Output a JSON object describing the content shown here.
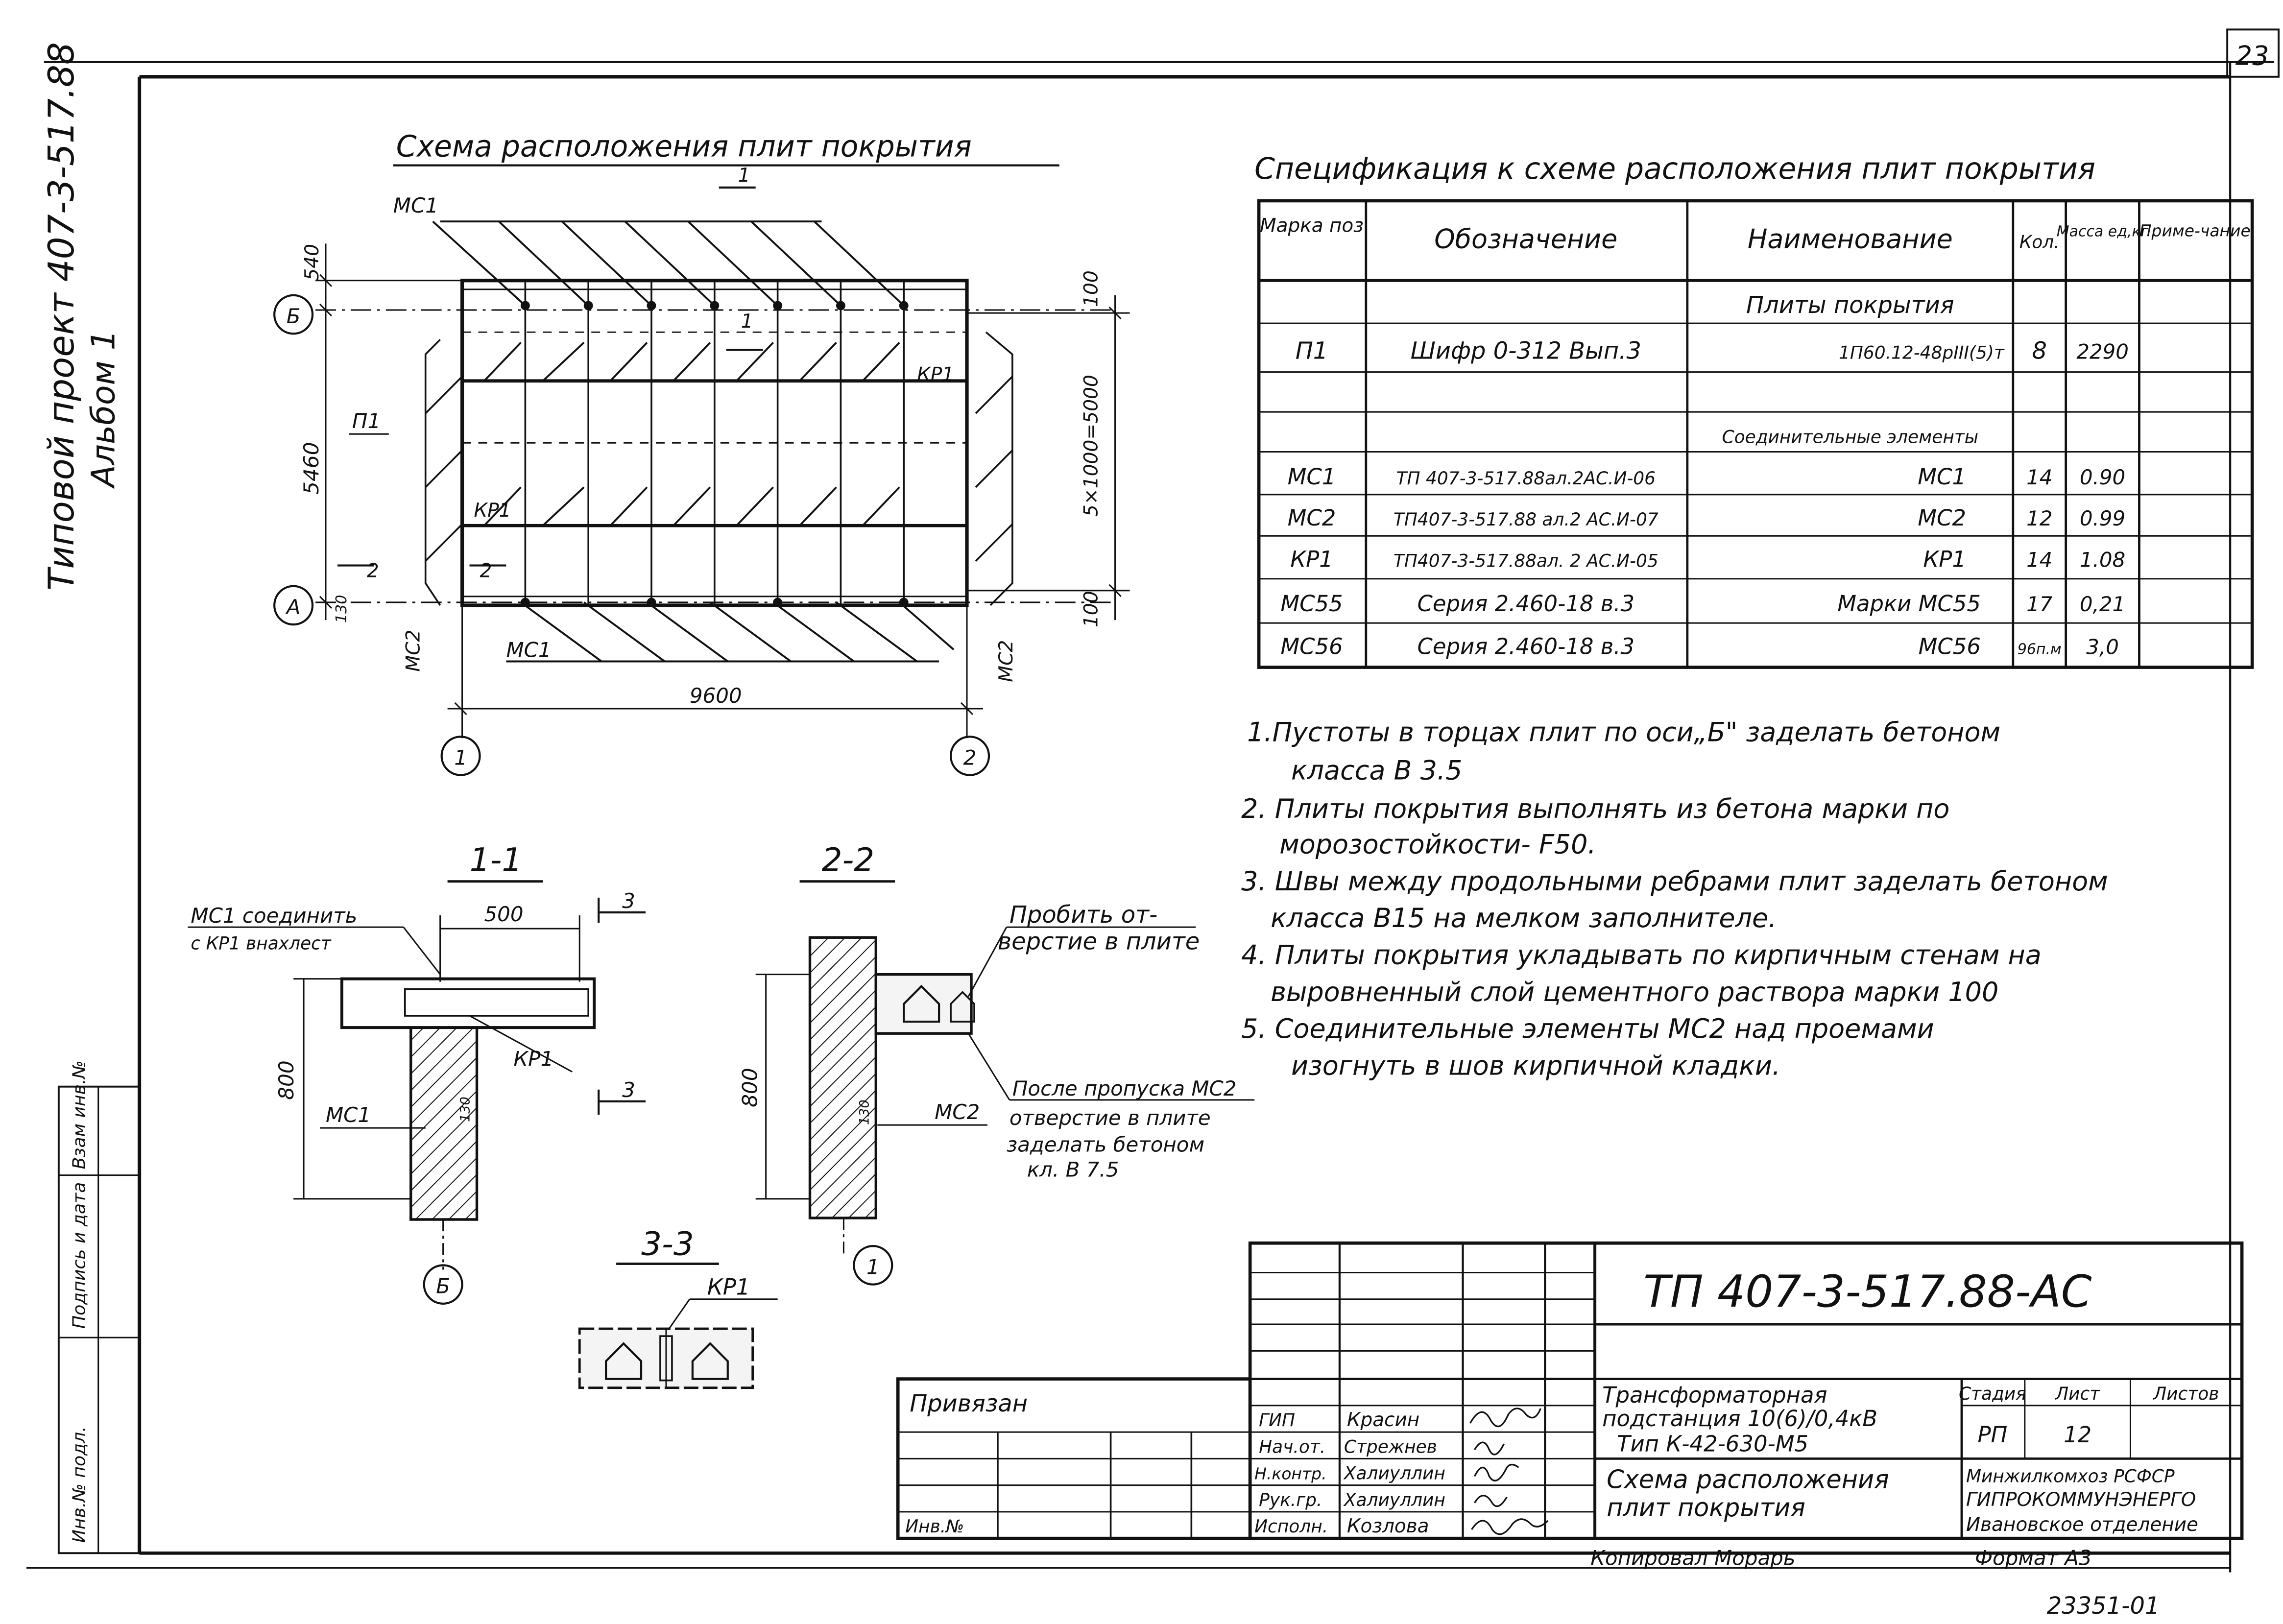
{
  "sheet": {
    "page_number": "23",
    "side_title_line1": "Типовой проект 407-3-517.88",
    "side_title_line2": "Альбом 1",
    "stamp_bottom": "23351-01",
    "left_margin_labels": [
      "Инв.№ подл.",
      "Подпись и дата",
      "Взам инв.№"
    ]
  },
  "plan": {
    "title": "Схема расположения плит покрытия",
    "labels": {
      "mc1_top": "МС1",
      "mc1_bottom": "МС1",
      "p1": "П1",
      "kp1_left": "КР1",
      "kp1_right": "КР1",
      "mc2_left": "МС2",
      "mc2_right": "МС2",
      "section1_top": "1",
      "section1_mid": "1",
      "section2_left": "2",
      "section2_mid": "2",
      "axis_b": "Б",
      "axis_a": "А",
      "axis_1": "1",
      "axis_2": "2"
    },
    "dimensions": {
      "top_540": "540",
      "height_5460": "5460",
      "offset_130": "130",
      "length_9600": "9600",
      "right_100_top": "100",
      "right_5x1000": "5×1000=5000",
      "right_100_bottom": "100"
    }
  },
  "spec": {
    "title": "Спецификация к схеме расположения плит покрытия",
    "headers": [
      "Марка поз",
      "Обозначение",
      "Наименование",
      "Кол.",
      "Масса ед,кг",
      "Приме-чание"
    ],
    "rows": [
      [
        "",
        "",
        "Плиты покрытия",
        "",
        "",
        ""
      ],
      [
        "П1",
        "Шифр 0-312 Вып.3",
        "1П60.12-48рIII(5)т",
        "8",
        "2290",
        ""
      ],
      [
        "",
        "",
        "",
        "",
        "",
        ""
      ],
      [
        "",
        "",
        "Соединительные элементы",
        "",
        "",
        ""
      ],
      [
        "МС1",
        "ТП 407-3-517.88ал.2АС.И-06",
        "МС1",
        "14",
        "0.90",
        ""
      ],
      [
        "МС2",
        "ТП407-3-517.88 ал.2 АС.И-07",
        "МС2",
        "12",
        "0.99",
        ""
      ],
      [
        "КР1",
        "ТП407-3-517.88ал. 2 АС.И-05",
        "КР1",
        "14",
        "1.08",
        ""
      ],
      [
        "МС55",
        "Серия 2.460-18 в.3",
        "Марки МС55",
        "17",
        "0,21",
        ""
      ],
      [
        "МС56",
        "Серия 2.460-18 в.3",
        "МС56",
        "96п.м",
        "3,0",
        ""
      ]
    ]
  },
  "notes": [
    "1.Пустоты в торцах плит по оси„Б\" заделать бетоном",
    "класса В 3.5",
    "2. Плиты покрытия выполнять из бетона марки по",
    "морозостойкости- F50.",
    "3. Швы между продольными ребрами плит заделать бетоном",
    "класса В15 на мелком заполнителе.",
    "4. Плиты покрытия укладывать по кирпичным стенам на",
    "выровненный слой цементного раствора марки 100",
    "5. Соединительные элементы МС2 над проемами",
    "изогнуть в шов кирпичной кладки."
  ],
  "section11": {
    "title": "1-1",
    "note": "МС1 соединить",
    "note2": "с КР1 внахлест",
    "dim_500": "500",
    "dim_800": "800",
    "label_kp1": "КР1",
    "label_mc1": "МС1",
    "dim_130": "130",
    "axis": "Б",
    "sec_3": "3",
    "sec_3b": "3"
  },
  "section22": {
    "title": "2-2",
    "note_top1": "Пробить от-",
    "note_top2": "верстие в плите",
    "note_bot1": "После пропуска МС2",
    "note_bot2": "отверстие в плите",
    "note_bot3": "заделать бетоном",
    "note_bot4": "кл. В 7.5",
    "dim_800": "800",
    "dim_130": "130",
    "label_mc2": "МС2",
    "axis": "1"
  },
  "section33": {
    "title": "3-3",
    "label": "КР1"
  },
  "title_block": {
    "code": "ТП 407-3-517.88-АС",
    "privyazan": "Привязан",
    "inv": "Инв.№",
    "roles": [
      "ГИП",
      "Нач.от.",
      "Н.контр.",
      "Рук.гр.",
      "Исполн."
    ],
    "names": [
      "Красин",
      "Стрежнев",
      "Халиуллин",
      "Халиуллин",
      "Козлова"
    ],
    "project_line1": "Трансформаторная",
    "project_line2": "подстанция 10(6)/0,4кВ",
    "project_line3": "Тип К-42-630-М5",
    "sheet_title1": "Схема расположения",
    "sheet_title2": "плит покрытия",
    "stage_label": "Стадия",
    "sheet_label": "Лист",
    "sheets_label": "Листов",
    "stage": "РП",
    "sheet_no": "12",
    "org1": "Минжилкомхоз РСФСР",
    "org2": "ГИПРОКОММУНЭНЕРГО",
    "org3": "Ивановское отделение",
    "copied": "Копировал Морарь",
    "format": "Формат А3"
  }
}
